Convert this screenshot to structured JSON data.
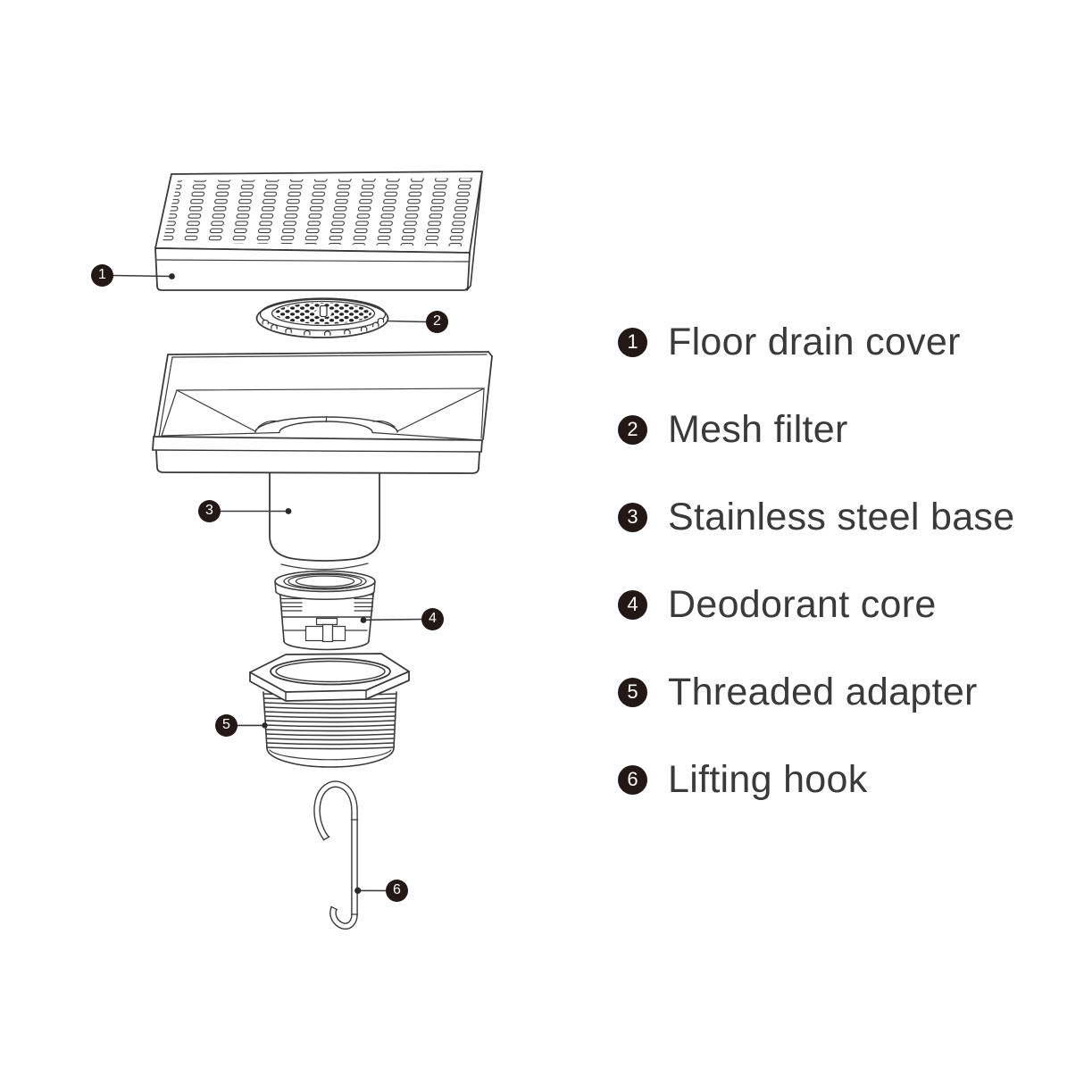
{
  "colors": {
    "background": "#ffffff",
    "line": "#3a3a3a",
    "badge": "#231815",
    "badge_number": "#ffffff",
    "legend_text": "#3a3a3a"
  },
  "diagram": {
    "callouts": [
      {
        "number": "1",
        "part": "floor-drain-cover"
      },
      {
        "number": "2",
        "part": "mesh-filter"
      },
      {
        "number": "3",
        "part": "stainless-steel-base"
      },
      {
        "number": "4",
        "part": "deodorant-core"
      },
      {
        "number": "5",
        "part": "threaded-adapter"
      },
      {
        "number": "6",
        "part": "lifting-hook"
      }
    ]
  },
  "legend": {
    "items": [
      {
        "number": "1",
        "label": "Floor drain cover"
      },
      {
        "number": "2",
        "label": "Mesh filter"
      },
      {
        "number": "3",
        "label": "Stainless steel base"
      },
      {
        "number": "4",
        "label": "Deodorant core"
      },
      {
        "number": "5",
        "label": "Threaded adapter"
      },
      {
        "number": "6",
        "label": "Lifting hook"
      }
    ]
  }
}
